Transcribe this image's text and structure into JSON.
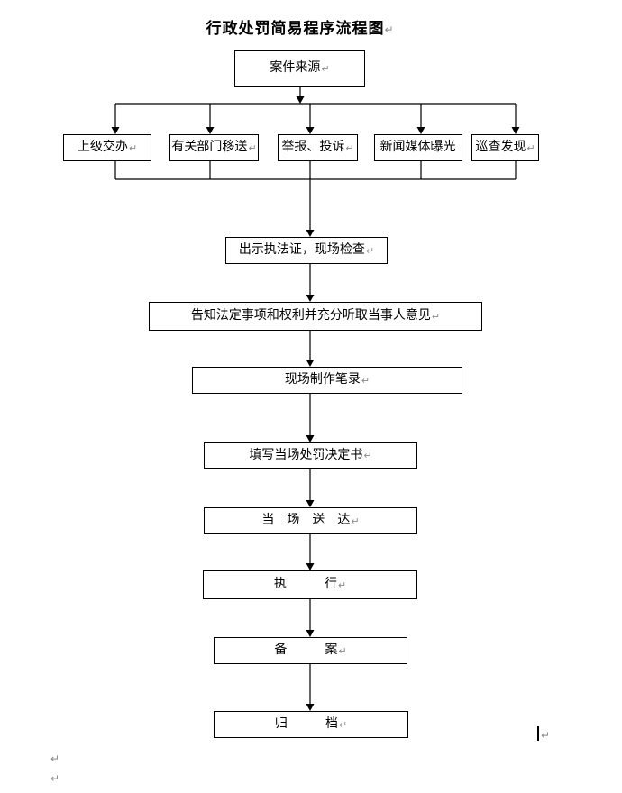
{
  "title": {
    "text": "行政处罚简易程序流程图",
    "mark": "↵"
  },
  "flowchart": {
    "source": {
      "label": "案件来源",
      "mark": "↵"
    },
    "channels": [
      {
        "label": "上级交办",
        "mark": "↵"
      },
      {
        "label": "有关部门移送",
        "mark": "↵"
      },
      {
        "label": "举报、投诉",
        "mark": "↵"
      },
      {
        "label": "新闻媒体曝光",
        "mark": ""
      },
      {
        "label": "巡查发现",
        "mark": "↵"
      }
    ],
    "steps": [
      {
        "label": "出示执法证，现场检查",
        "mark": "↵"
      },
      {
        "label": "告知法定事项和权利并充分听取当事人意见",
        "mark": "↵"
      },
      {
        "label": "现场制作笔录",
        "mark": "↵"
      },
      {
        "label": "填写当场处罚决定书",
        "mark": "↵"
      },
      {
        "label": "当　场　送　达",
        "mark": "↵"
      },
      {
        "label": "执　　　行",
        "mark": "↵"
      },
      {
        "label": "备　　　案",
        "mark": "↵"
      },
      {
        "label": "归　　　档",
        "mark": "↵"
      }
    ]
  },
  "editor": {
    "caret_mark": "↵",
    "trailing_marks": [
      "↵",
      "↵"
    ]
  },
  "colors": {
    "line": "#000000",
    "box_border": "#000000",
    "text": "#000000",
    "paragraph_mark": "#8a8a8a",
    "background": "#ffffff"
  }
}
